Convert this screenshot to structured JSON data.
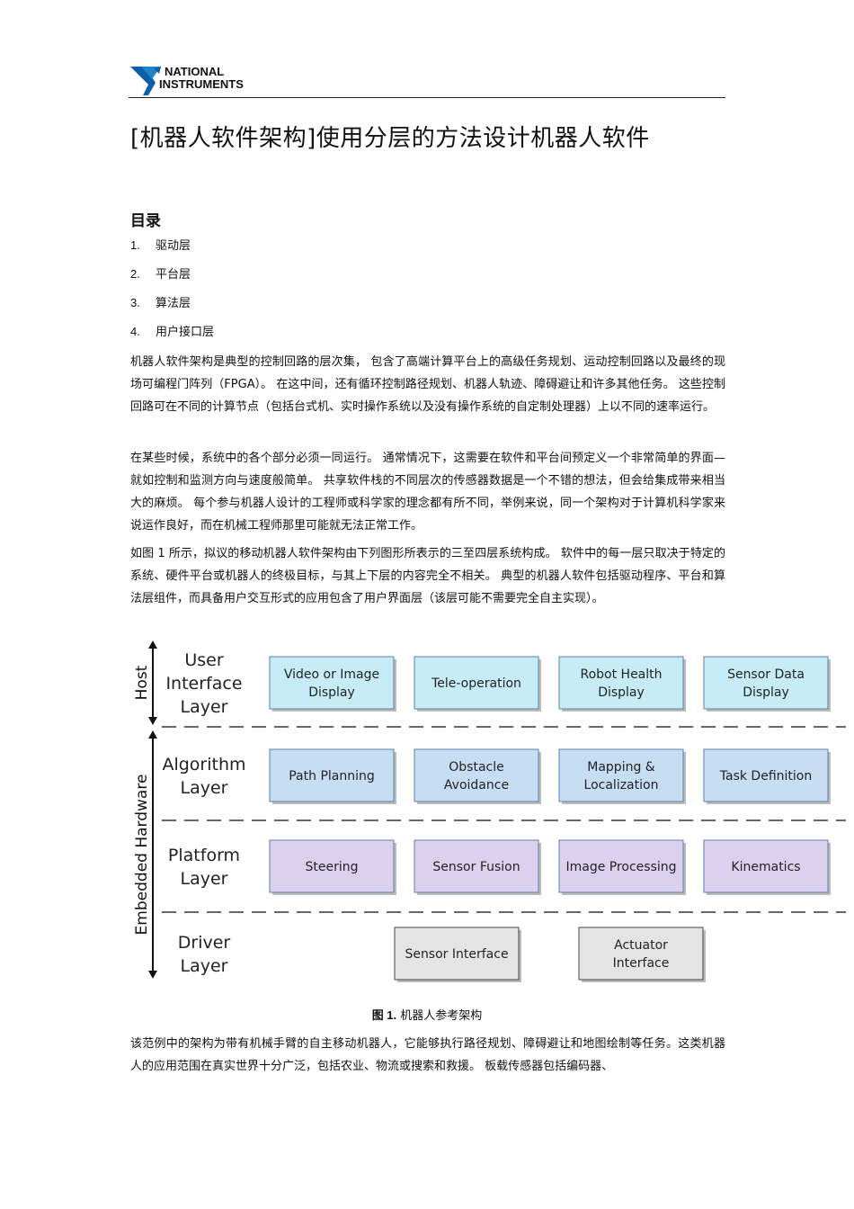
{
  "header": {
    "logo_text_line1": "NATIONAL",
    "logo_text_line2": "INSTRUMENTS",
    "logo_icon": "ni-eagle-logo-icon"
  },
  "title": "[机器人软件架构]使用分层的方法设计机器人软件",
  "toc": {
    "heading": "目录",
    "items": [
      {
        "num": "1.",
        "label": "驱动层"
      },
      {
        "num": "2.",
        "label": "平台层"
      },
      {
        "num": "3.",
        "label": "算法层"
      },
      {
        "num": "4.",
        "label": "用户接口层"
      }
    ]
  },
  "paragraphs": [
    "机器人软件架构是典型的控制回路的层次集， 包含了高端计算平台上的高级任务规划、运动控制回路以及最终的现场可编程门阵列（FPGA）。 在这中间，还有循环控制路径规划、机器人轨迹、障碍避让和许多其他任务。 这些控制回路可在不同的计算节点（包括台式机、实时操作系统以及没有操作系统的自定制处理器）上以不同的速率运行。",
    "在某些时候，系统中的各个部分必须一同运行。 通常情况下，这需要在软件和平台间预定义一个非常简单的界面—就如控制和监测方向与速度般简单。 共享软件栈的不同层次的传感器数据是一个不错的想法，但会给集成带来相当大的麻烦。 每个参与机器人设计的工程师或科学家的理念都有所不同，举例来说，同一个架构对于计算机科学家来说运作良好，而在机械工程师那里可能就无法正常工作。",
    "如图 1 所示，拟议的移动机器人软件架构由下列图形所表示的三至四层系统构成。 软件中的每一层只取决于特定的系统、硬件平台或机器人的终极目标，与其上下层的内容完全不相关。 典型的机器人软件包括驱动程序、平台和算法层组件，而具备用户交互形式的应用包含了用户界面层（该层可能不需要完全自主实现）。",
    "该范例中的架构为带有机械手臂的自主移动机器人，它能够执行路径规划、障碍避让和地图绘制等任务。这类机器人的应用范围在真实世界十分广泛，包括农业、物流或搜索和救援。 板载传感器包括编码器、"
  ],
  "figure": {
    "side_labels": {
      "host": "Host",
      "embedded": "Embedded Hardware"
    },
    "layers": [
      {
        "lines": [
          "User",
          "Interface",
          "Layer"
        ],
        "color": "#c6ecf7",
        "boxes": [
          [
            "Video or Image",
            "Display"
          ],
          [
            "Tele-operation"
          ],
          [
            "Robot Health",
            "Display"
          ],
          [
            "Sensor Data",
            "Display"
          ]
        ]
      },
      {
        "lines": [
          "Algorithm",
          "Layer"
        ],
        "color": "#c7ddf4",
        "boxes": [
          [
            "Path Planning"
          ],
          [
            "Obstacle",
            "Avoidance"
          ],
          [
            "Mapping &",
            "Localization"
          ],
          [
            "Task Definition"
          ]
        ]
      },
      {
        "lines": [
          "Platform",
          "Layer"
        ],
        "color": "#ddd0ef",
        "boxes": [
          [
            "Steering"
          ],
          [
            "Sensor Fusion"
          ],
          [
            "Image Processing"
          ],
          [
            "Kinematics"
          ]
        ]
      },
      {
        "lines": [
          "Driver",
          "Layer"
        ],
        "color": "#e4e4e4",
        "boxes": [
          [
            "Sensor Interface"
          ],
          [
            "Actuator",
            "Interface"
          ]
        ]
      }
    ],
    "caption_prefix": "图 1.",
    "caption_text": "机器人参考架构"
  }
}
